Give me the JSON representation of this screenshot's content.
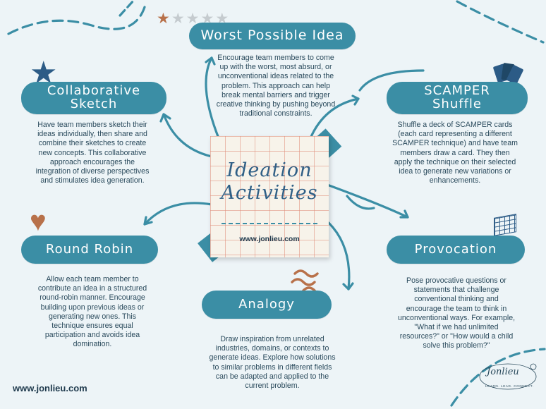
{
  "center": {
    "title_line1": "Ideation",
    "title_line2": "Activities",
    "url": "www.jonlieu.com"
  },
  "footer": {
    "url": "www.jonlieu.com"
  },
  "logo": {
    "name": "Jonlieu",
    "tagline": "LEARN. LEAD. CONNECT."
  },
  "rating": {
    "filled": 1,
    "total": 5
  },
  "colors": {
    "teal": "#3b8ea5",
    "brown": "#b8714a",
    "navy": "#2c5b86",
    "bg": "#edf4f7"
  },
  "activities": {
    "worst": {
      "title": "Worst Possible Idea",
      "desc": "Encourage team members to come up with the worst, most absurd, or unconventional ideas related to the problem. This approach can help break mental barriers and trigger creative thinking by pushing beyond traditional constraints."
    },
    "collab": {
      "title_line1": "Collaborative",
      "title_line2": "Sketch",
      "desc": "Have team members sketch their ideas individually, then share and combine their sketches to create new concepts. This collaborative approach encourages the integration of diverse perspectives and stimulates idea generation."
    },
    "scamper": {
      "title_line1": "SCAMPER",
      "title_line2": "Shuffle",
      "desc": "Shuffle a deck of SCAMPER cards (each card representing a different SCAMPER technique) and have team members draw a card. They then apply the technique on their selected idea to generate new variations or enhancements."
    },
    "round": {
      "title": "Round Robin",
      "desc": "Allow each team member to contribute an idea in a structured round-robin manner. Encourage building upon previous ideas or generating new ones. This technique ensures equal participation and avoids idea domination."
    },
    "provocation": {
      "title": "Provocation",
      "desc": "Pose provocative questions or statements that challenge conventional thinking and encourage the team to think in unconventional ways. For example, \"What if we had unlimited resources?\" or \"How would a child solve this problem?\""
    },
    "analogy": {
      "title": "Analogy",
      "desc": "Draw inspiration from unrelated industries, domains, or contexts to generate ideas. Explore how solutions to similar problems in different fields can be adapted and applied to the current problem."
    }
  }
}
